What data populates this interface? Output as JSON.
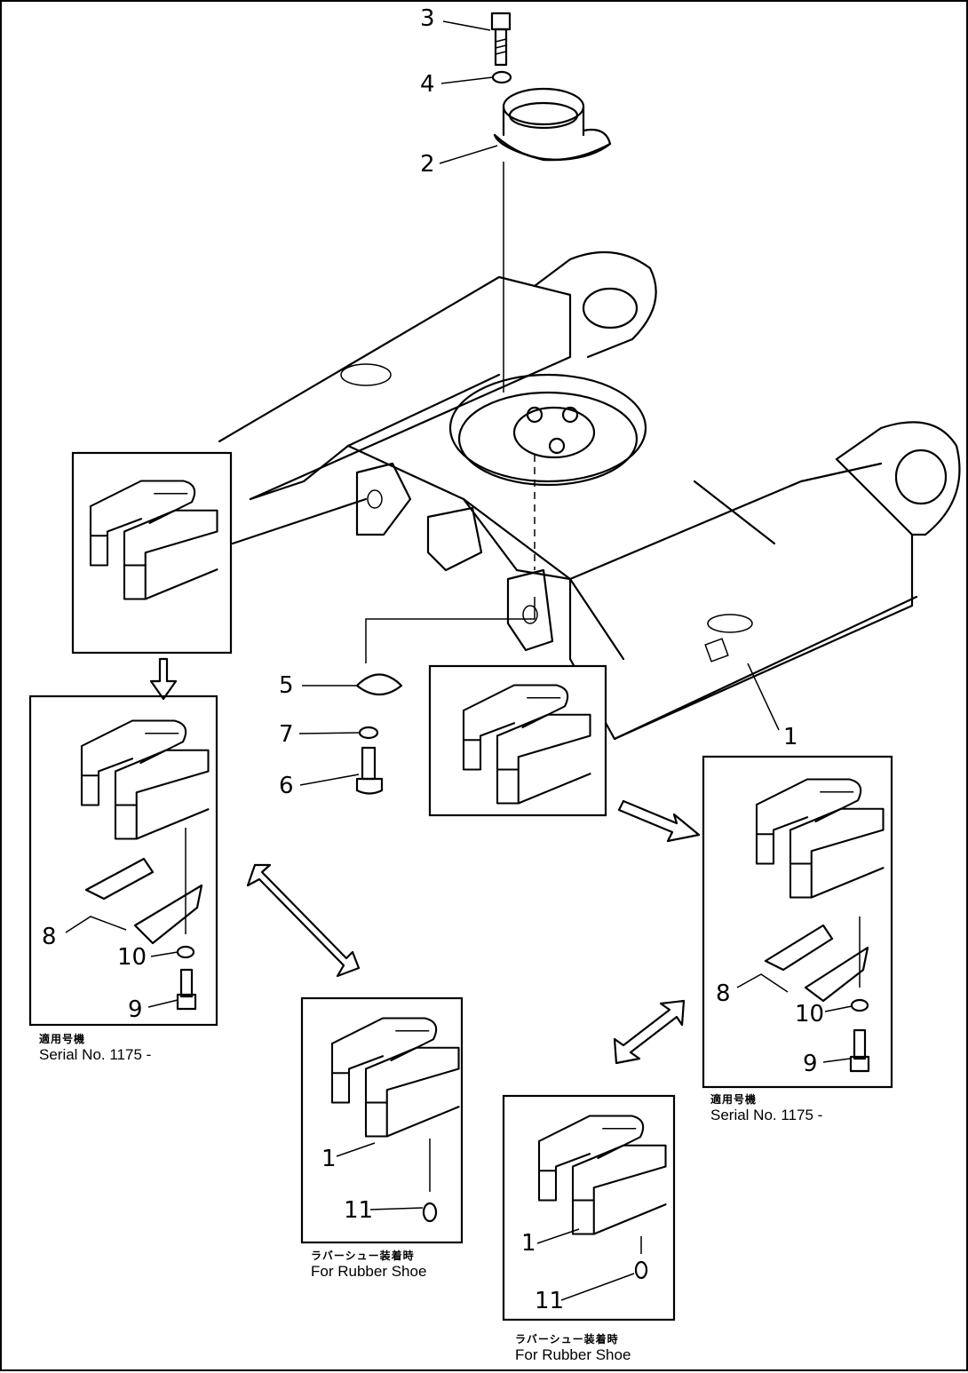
{
  "callouts": {
    "c1": "1",
    "c2": "2",
    "c3": "3",
    "c4": "4",
    "c5": "5",
    "c6": "6",
    "c7": "7",
    "c8a": "8",
    "c9a": "9",
    "c10a": "10",
    "c8b": "8",
    "c9b": "9",
    "c10b": "10",
    "c1c": "1",
    "c11c": "11",
    "c1d": "1",
    "c11d": "11"
  },
  "captions": {
    "left_jp": "適用号機",
    "left_en": "Serial No. 1175 -",
    "right_jp": "適用号機",
    "right_en": "Serial No. 1175 -",
    "mid_jp": "ラバーシュー装着時",
    "mid_en": "For Rubber Shoe",
    "bot_jp": "ラバーシュー装着時",
    "bot_en": "For Rubber Shoe"
  }
}
